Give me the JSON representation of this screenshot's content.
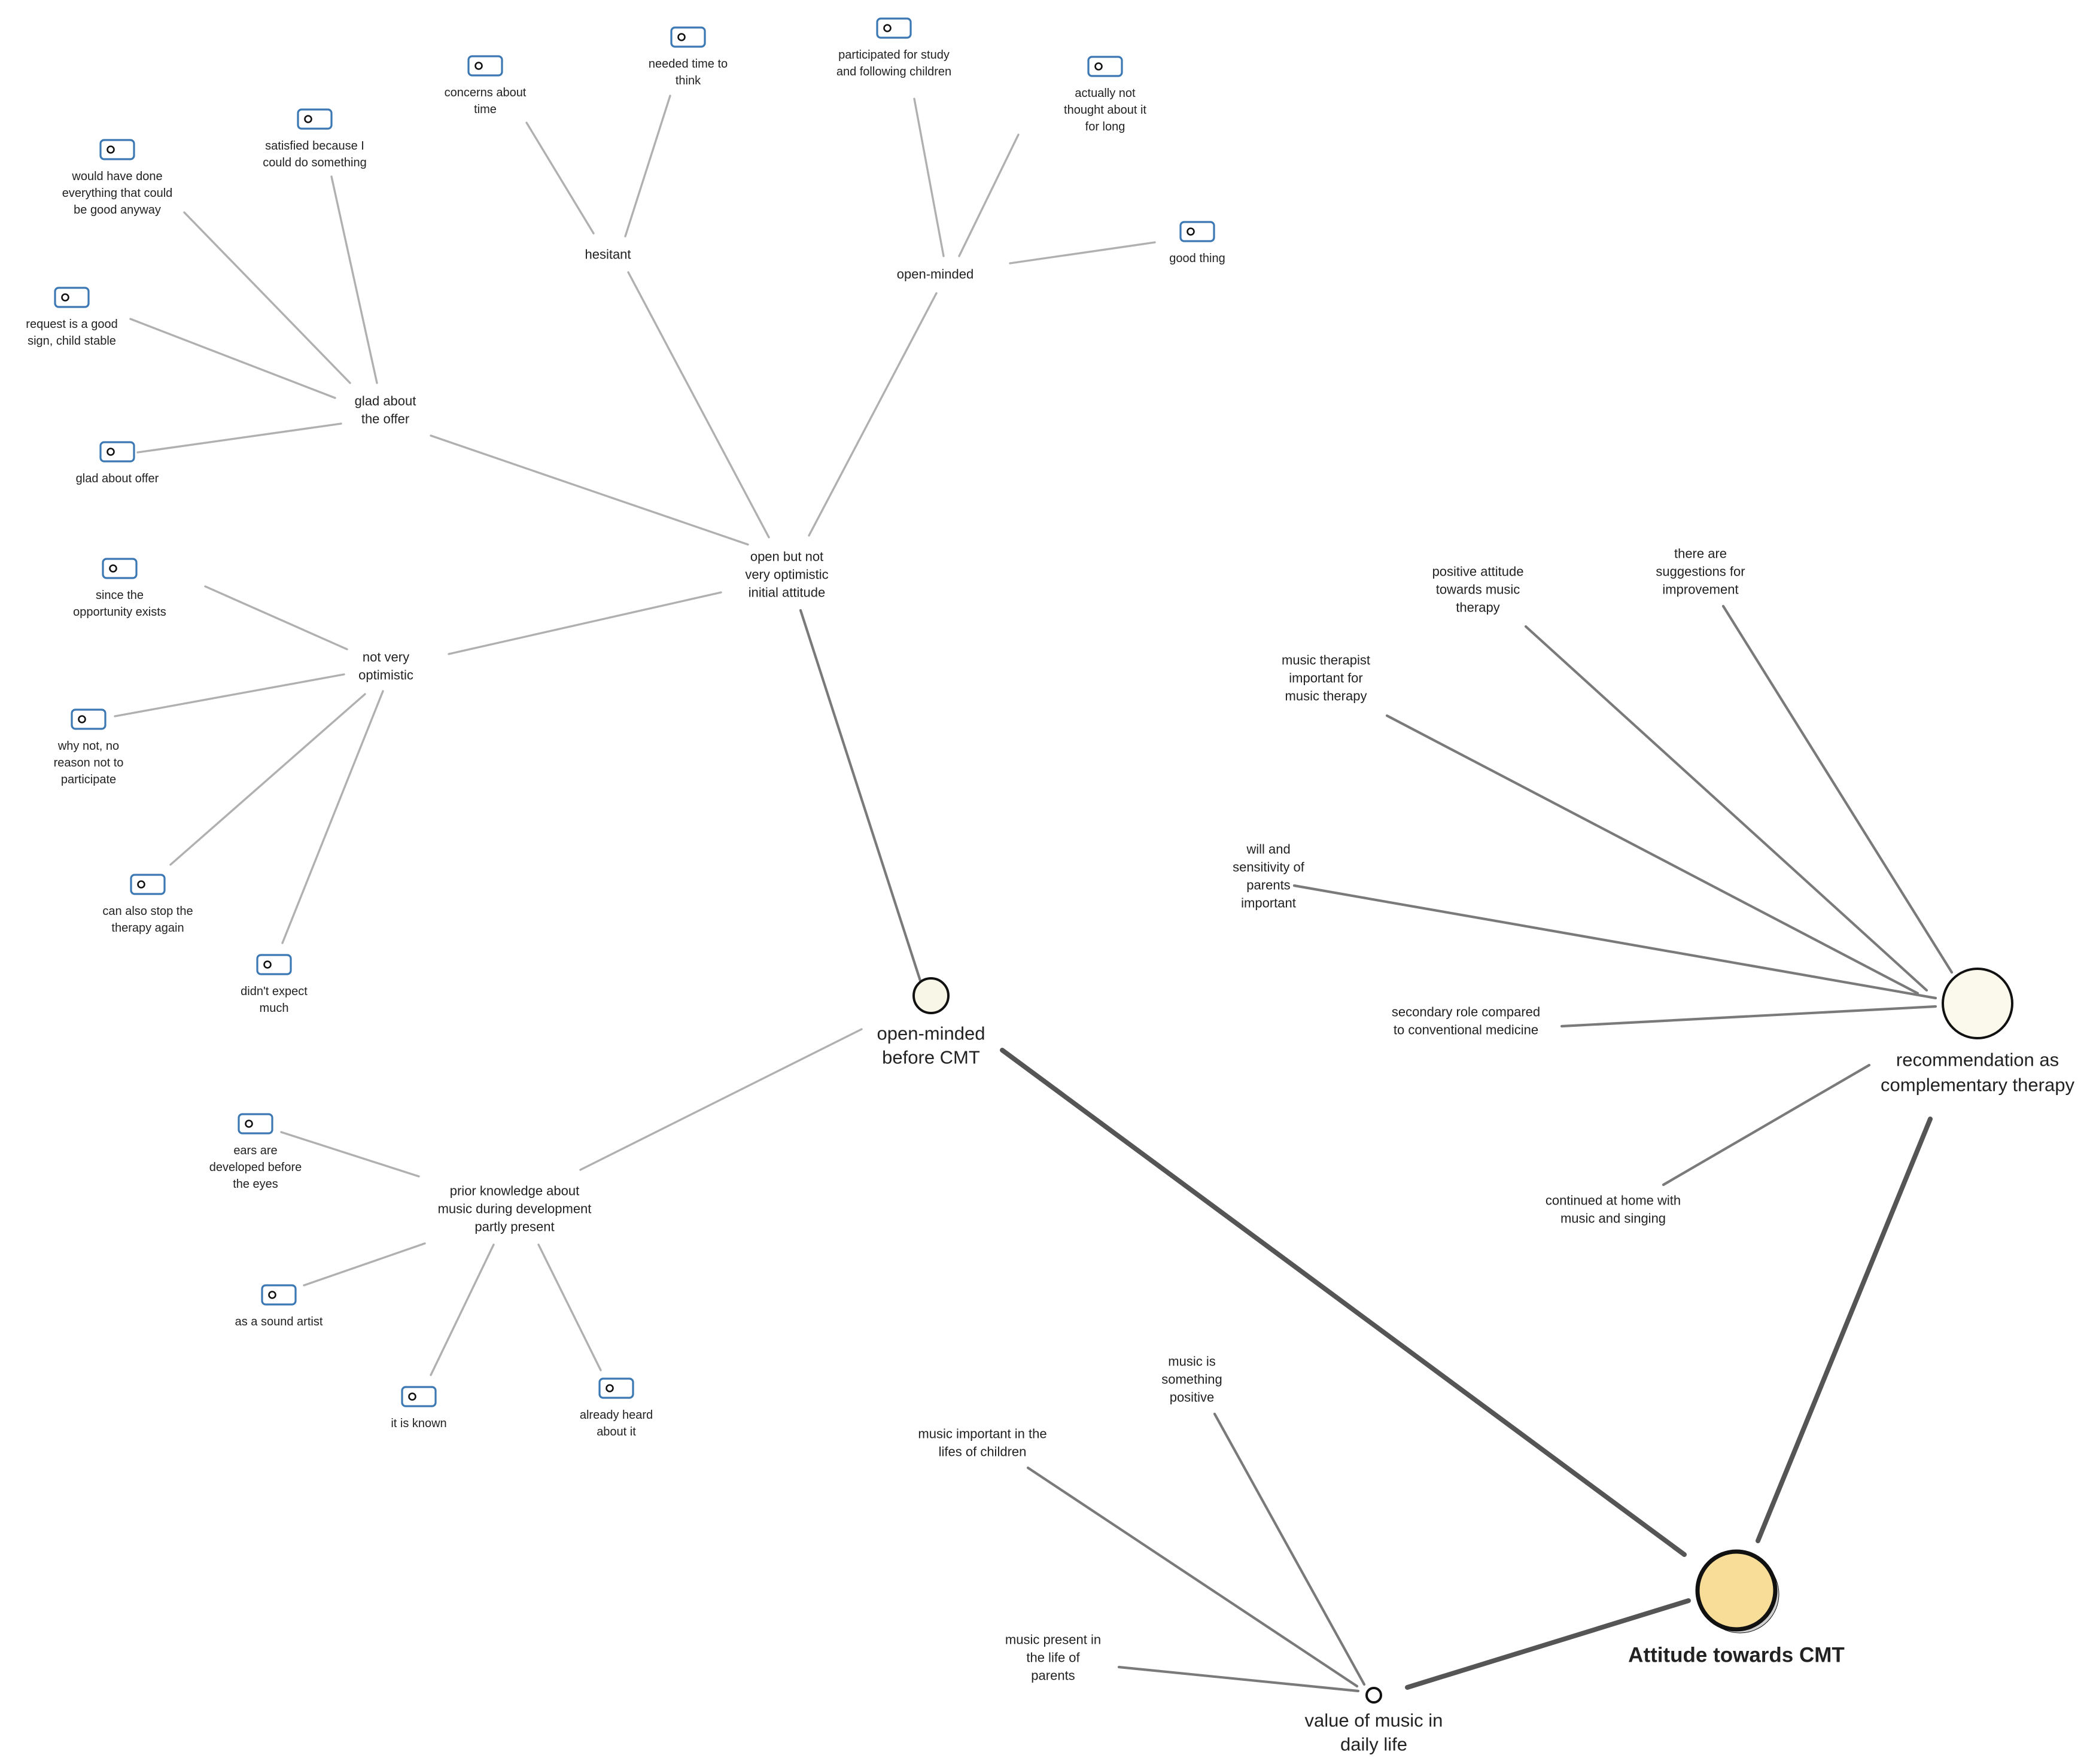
{
  "nodes": [
    {
      "id": "attitude",
      "label": [
        "Attitude towards CMT"
      ],
      "kind": "root"
    },
    {
      "id": "rec",
      "label": [
        "recommendation as",
        "complementary therapy"
      ],
      "kind": "major"
    },
    {
      "id": "open",
      "label": [
        "open-minded",
        "before CMT"
      ],
      "kind": "medium"
    },
    {
      "id": "value",
      "label": [
        "value of music in",
        "daily life"
      ],
      "kind": "minor"
    },
    {
      "id": "initial",
      "label": [
        "open but not",
        "very optimistic",
        "initial attitude"
      ],
      "kind": "text"
    },
    {
      "id": "prior",
      "label": [
        "prior knowledge about",
        "music during development",
        "partly present"
      ],
      "kind": "text"
    },
    {
      "id": "glad",
      "label": [
        "glad about",
        "the offer"
      ],
      "kind": "text"
    },
    {
      "id": "hesitant",
      "label": [
        "hesitant"
      ],
      "kind": "text"
    },
    {
      "id": "openm",
      "label": [
        "open-minded"
      ],
      "kind": "text"
    },
    {
      "id": "notopt",
      "label": [
        "not very",
        "optimistic"
      ],
      "kind": "text"
    },
    {
      "id": "c_concerns",
      "label": [
        "concerns about",
        "time"
      ],
      "kind": "code"
    },
    {
      "id": "c_needed",
      "label": [
        "needed time to",
        "think"
      ],
      "kind": "code"
    },
    {
      "id": "c_particip",
      "label": [
        "participated for study",
        "and following children"
      ],
      "kind": "code"
    },
    {
      "id": "c_actually",
      "label": [
        "actually not",
        "thought about it",
        "for long"
      ],
      "kind": "code"
    },
    {
      "id": "c_good",
      "label": [
        "good thing"
      ],
      "kind": "code"
    },
    {
      "id": "c_satisfied",
      "label": [
        "satisfied because I",
        "could do something"
      ],
      "kind": "code"
    },
    {
      "id": "c_would",
      "label": [
        "would have done",
        "everything that could",
        "be good anyway"
      ],
      "kind": "code"
    },
    {
      "id": "c_request",
      "label": [
        "request is a good",
        "sign, child stable"
      ],
      "kind": "code"
    },
    {
      "id": "c_gladoffer",
      "label": [
        "glad about offer"
      ],
      "kind": "code"
    },
    {
      "id": "c_since",
      "label": [
        "since the",
        "opportunity exists"
      ],
      "kind": "code"
    },
    {
      "id": "c_whynot",
      "label": [
        "why not, no",
        "reason not to",
        "participate"
      ],
      "kind": "code"
    },
    {
      "id": "c_stop",
      "label": [
        "can also stop the",
        "therapy again"
      ],
      "kind": "code"
    },
    {
      "id": "c_didnt",
      "label": [
        "didn't expect",
        "much"
      ],
      "kind": "code"
    },
    {
      "id": "c_ears",
      "label": [
        "ears are",
        "developed before",
        "the eyes"
      ],
      "kind": "code"
    },
    {
      "id": "c_sound",
      "label": [
        "as a sound artist"
      ],
      "kind": "code"
    },
    {
      "id": "c_known",
      "label": [
        "it is known"
      ],
      "kind": "code"
    },
    {
      "id": "c_heard",
      "label": [
        "already heard",
        "about it"
      ],
      "kind": "code"
    },
    {
      "id": "r_positive",
      "label": [
        "positive attitude",
        "towards music",
        "therapy"
      ],
      "kind": "text"
    },
    {
      "id": "r_suggest",
      "label": [
        "there are",
        "suggestions for",
        "improvement"
      ],
      "kind": "text"
    },
    {
      "id": "r_therapist",
      "label": [
        "music therapist",
        "important for",
        "music therapy"
      ],
      "kind": "text"
    },
    {
      "id": "r_will",
      "label": [
        "will and",
        "sensitivity of",
        "parents",
        "important"
      ],
      "kind": "text"
    },
    {
      "id": "r_secondary",
      "label": [
        "secondary role compared",
        "to conventional medicine"
      ],
      "kind": "text"
    },
    {
      "id": "r_home",
      "label": [
        "continued at home with",
        "music and singing"
      ],
      "kind": "text"
    },
    {
      "id": "v_positive",
      "label": [
        "music is",
        "something",
        "positive"
      ],
      "kind": "text"
    },
    {
      "id": "v_children",
      "label": [
        "music important in the",
        "lifes of children"
      ],
      "kind": "text"
    },
    {
      "id": "v_parents",
      "label": [
        "music present in",
        "the life of",
        "parents"
      ],
      "kind": "text"
    }
  ],
  "edges": [
    {
      "from": "attitude",
      "to": "open",
      "weight": "heavy"
    },
    {
      "from": "attitude",
      "to": "rec",
      "weight": "heavy"
    },
    {
      "from": "attitude",
      "to": "value",
      "weight": "heavy"
    },
    {
      "from": "open",
      "to": "initial",
      "weight": "medium"
    },
    {
      "from": "open",
      "to": "prior",
      "weight": "light"
    },
    {
      "from": "initial",
      "to": "glad",
      "weight": "light"
    },
    {
      "from": "initial",
      "to": "hesitant",
      "weight": "light"
    },
    {
      "from": "initial",
      "to": "openm",
      "weight": "light"
    },
    {
      "from": "initial",
      "to": "notopt",
      "weight": "light"
    },
    {
      "from": "hesitant",
      "to": "c_concerns",
      "weight": "light"
    },
    {
      "from": "hesitant",
      "to": "c_needed",
      "weight": "light"
    },
    {
      "from": "openm",
      "to": "c_particip",
      "weight": "light"
    },
    {
      "from": "openm",
      "to": "c_actually",
      "weight": "light"
    },
    {
      "from": "openm",
      "to": "c_good",
      "weight": "light"
    },
    {
      "from": "glad",
      "to": "c_satisfied",
      "weight": "light"
    },
    {
      "from": "glad",
      "to": "c_would",
      "weight": "light"
    },
    {
      "from": "glad",
      "to": "c_request",
      "weight": "light"
    },
    {
      "from": "glad",
      "to": "c_gladoffer",
      "weight": "light"
    },
    {
      "from": "notopt",
      "to": "c_since",
      "weight": "light"
    },
    {
      "from": "notopt",
      "to": "c_whynot",
      "weight": "light"
    },
    {
      "from": "notopt",
      "to": "c_stop",
      "weight": "light"
    },
    {
      "from": "notopt",
      "to": "c_didnt",
      "weight": "light"
    },
    {
      "from": "prior",
      "to": "c_ears",
      "weight": "light"
    },
    {
      "from": "prior",
      "to": "c_sound",
      "weight": "light"
    },
    {
      "from": "prior",
      "to": "c_known",
      "weight": "light"
    },
    {
      "from": "prior",
      "to": "c_heard",
      "weight": "light"
    },
    {
      "from": "rec",
      "to": "r_positive",
      "weight": "medium"
    },
    {
      "from": "rec",
      "to": "r_suggest",
      "weight": "medium"
    },
    {
      "from": "rec",
      "to": "r_therapist",
      "weight": "medium"
    },
    {
      "from": "rec",
      "to": "r_will",
      "weight": "medium"
    },
    {
      "from": "rec",
      "to": "r_secondary",
      "weight": "medium"
    },
    {
      "from": "rec",
      "to": "r_home",
      "weight": "medium"
    },
    {
      "from": "value",
      "to": "v_positive",
      "weight": "medium"
    },
    {
      "from": "value",
      "to": "v_children",
      "weight": "medium"
    },
    {
      "from": "value",
      "to": "v_parents",
      "weight": "medium"
    }
  ],
  "colors": {
    "root_fill": "#f7dd97",
    "major_fill": "#fbf9ec",
    "medium_fill": "#f8f6e6",
    "minor_fill": "#ffffff",
    "icon": "#3b78b4",
    "edge_heavy": "#555555",
    "edge_medium": "#7a7a7a",
    "edge_light": "#b0b0b0",
    "text": "#222222"
  }
}
